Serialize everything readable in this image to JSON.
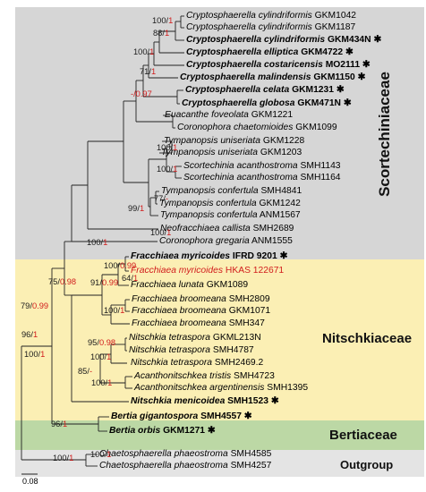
{
  "families": [
    {
      "key": "scortechiniaceae",
      "label": "Scortechiniaceae",
      "color": "#d6d6d6"
    },
    {
      "key": "nitschkiaceae",
      "label": "Nitschkiaceae",
      "color": "#fbefb4"
    },
    {
      "key": "bertiaceae",
      "label": "Bertiaceae",
      "color": "#bcd8a5"
    },
    {
      "key": "outgroup",
      "label": "Outgroup",
      "color": "#e4e4e4"
    }
  ],
  "scale_label": "0.08",
  "taxa": [
    {
      "genus": "Cryptosphaerella cylindriformis",
      "code": "GKM1042",
      "bold": false,
      "red": false,
      "star": false
    },
    {
      "genus": "Cryptosphaerella cylindriformis",
      "code": "GKM1187",
      "bold": false,
      "red": false,
      "star": false
    },
    {
      "genus": "Cryptosphaerella cylindriformis",
      "code": "GKM434N",
      "bold": true,
      "red": false,
      "star": true
    },
    {
      "genus": "Cryptosphaerella elliptica",
      "code": "GKM4722",
      "bold": true,
      "red": false,
      "star": true
    },
    {
      "genus": "Cryptosphaerella costaricensis",
      "code": "MO2111",
      "bold": true,
      "red": false,
      "star": true
    },
    {
      "genus": "Cryptosphaerella malindensis",
      "code": "GKM1150",
      "bold": true,
      "red": false,
      "star": true
    },
    {
      "genus": "Cryptosphaerella celata",
      "code": "GKM1231",
      "bold": true,
      "red": false,
      "star": true
    },
    {
      "genus": "Cryptosphaerella globosa",
      "code": "GKM471N",
      "bold": true,
      "red": false,
      "star": true
    },
    {
      "genus": "Euacanthe foveolata",
      "code": "GKM1221",
      "bold": false,
      "red": false,
      "star": false
    },
    {
      "genus": "Coronophora chaetomioides",
      "code": "GKM1099",
      "bold": false,
      "red": false,
      "star": false
    },
    {
      "genus": "Tympanopsis uniseriata",
      "code": "GKM1228",
      "bold": false,
      "red": false,
      "star": false
    },
    {
      "genus": "Tympanopsis uniseriata",
      "code": "GKM1203",
      "bold": false,
      "red": false,
      "star": false
    },
    {
      "genus": "Scortechinia acanthostroma",
      "code": "SMH1143",
      "bold": false,
      "red": false,
      "star": false
    },
    {
      "genus": "Scortechinia acanthostroma",
      "code": "SMH1164",
      "bold": false,
      "red": false,
      "star": false
    },
    {
      "genus": "Tympanopsis confertula",
      "code": "SMH4841",
      "bold": false,
      "red": false,
      "star": false
    },
    {
      "genus": "Tympanopsis confertula",
      "code": "GKM1242",
      "bold": false,
      "red": false,
      "star": false
    },
    {
      "genus": "Tympanopsis confertula",
      "code": "ANM1567",
      "bold": false,
      "red": false,
      "star": false
    },
    {
      "genus": "Neofracchiaea callista",
      "code": "SMH2689",
      "bold": false,
      "red": false,
      "star": false
    },
    {
      "genus": "Coronophora gregaria",
      "code": "ANM1555",
      "bold": false,
      "red": false,
      "star": false
    },
    {
      "genus": "Fracchiaea myricoides",
      "code": "IFRD 9201",
      "bold": true,
      "red": false,
      "star": true
    },
    {
      "genus": "Fracchiaea myricoides",
      "code": "HKAS 122671",
      "bold": false,
      "red": true,
      "star": false
    },
    {
      "genus": "Fracchiaea lunata",
      "code": "GKM1089",
      "bold": false,
      "red": false,
      "star": false
    },
    {
      "genus": "Fracchiaea broomeana",
      "code": "SMH2809",
      "bold": false,
      "red": false,
      "star": false
    },
    {
      "genus": "Fracchiaea broomeana",
      "code": "GKM1071",
      "bold": false,
      "red": false,
      "star": false
    },
    {
      "genus": "Fracchiaea broomeana",
      "code": "SMH347",
      "bold": false,
      "red": false,
      "star": false
    },
    {
      "genus": "Nitschkia tetraspora",
      "code": "GKML213N",
      "bold": false,
      "red": false,
      "star": false
    },
    {
      "genus": "Nitschkia tetraspora",
      "code": "SMH4787",
      "bold": false,
      "red": false,
      "star": false
    },
    {
      "genus": "Nitschkia tetraspora",
      "code": "SMH2469.2",
      "bold": false,
      "red": false,
      "star": false
    },
    {
      "genus": "Acanthonitschkea tristis",
      "code": "SMH4723",
      "bold": false,
      "red": false,
      "star": false
    },
    {
      "genus": "Acanthonitschkea argentinensis",
      "code": "SMH1395",
      "bold": false,
      "red": false,
      "star": false
    },
    {
      "genus": "Nitschkia menicoidea",
      "code": "SMH1523",
      "bold": true,
      "red": false,
      "star": true
    },
    {
      "genus": "Bertia gigantospora",
      "code": "SMH4557",
      "bold": true,
      "red": false,
      "star": true
    },
    {
      "genus": "Bertia orbis",
      "code": "GKM1271",
      "bold": true,
      "red": false,
      "star": true
    },
    {
      "genus": "Chaetosphaerella phaeostroma",
      "code": "SMH4585",
      "bold": false,
      "red": false,
      "star": false
    },
    {
      "genus": "Chaetosphaerella phaeostroma",
      "code": "SMH4257",
      "bold": false,
      "red": false,
      "star": false
    }
  ],
  "supports": [
    {
      "a": "100/",
      "b": "1"
    },
    {
      "a": "88/",
      "b": "1"
    },
    {
      "a": "100/",
      "b": "1"
    },
    {
      "a": "71/",
      "b": "1"
    },
    {
      "a": "",
      "b": "-/0.97"
    },
    {
      "a": "100/",
      "b": "1"
    },
    {
      "a": "100/",
      "b": "1"
    },
    {
      "a": "99/",
      "b": "1"
    },
    {
      "a": "77/",
      "b": "-"
    },
    {
      "a": "100/",
      "b": "1"
    },
    {
      "a": "100/",
      "b": "1"
    },
    {
      "a": "100/",
      "b": "0.99"
    },
    {
      "a": "64/",
      "b": "1"
    },
    {
      "a": "91/",
      "b": "0.99"
    },
    {
      "a": "75/",
      "b": "0.98"
    },
    {
      "a": "100/",
      "b": "1"
    },
    {
      "a": "79/",
      "b": "0.99"
    },
    {
      "a": "95/",
      "b": "0.98"
    },
    {
      "a": "100/",
      "b": "1"
    },
    {
      "a": "85/",
      "b": "-"
    },
    {
      "a": "100/",
      "b": "1"
    },
    {
      "a": "96/",
      "b": "1"
    },
    {
      "a": "100/",
      "b": "1"
    },
    {
      "a": "96/",
      "b": "1"
    },
    {
      "a": "100/",
      "b": "1"
    },
    {
      "a": "100/",
      "b": "1"
    }
  ]
}
